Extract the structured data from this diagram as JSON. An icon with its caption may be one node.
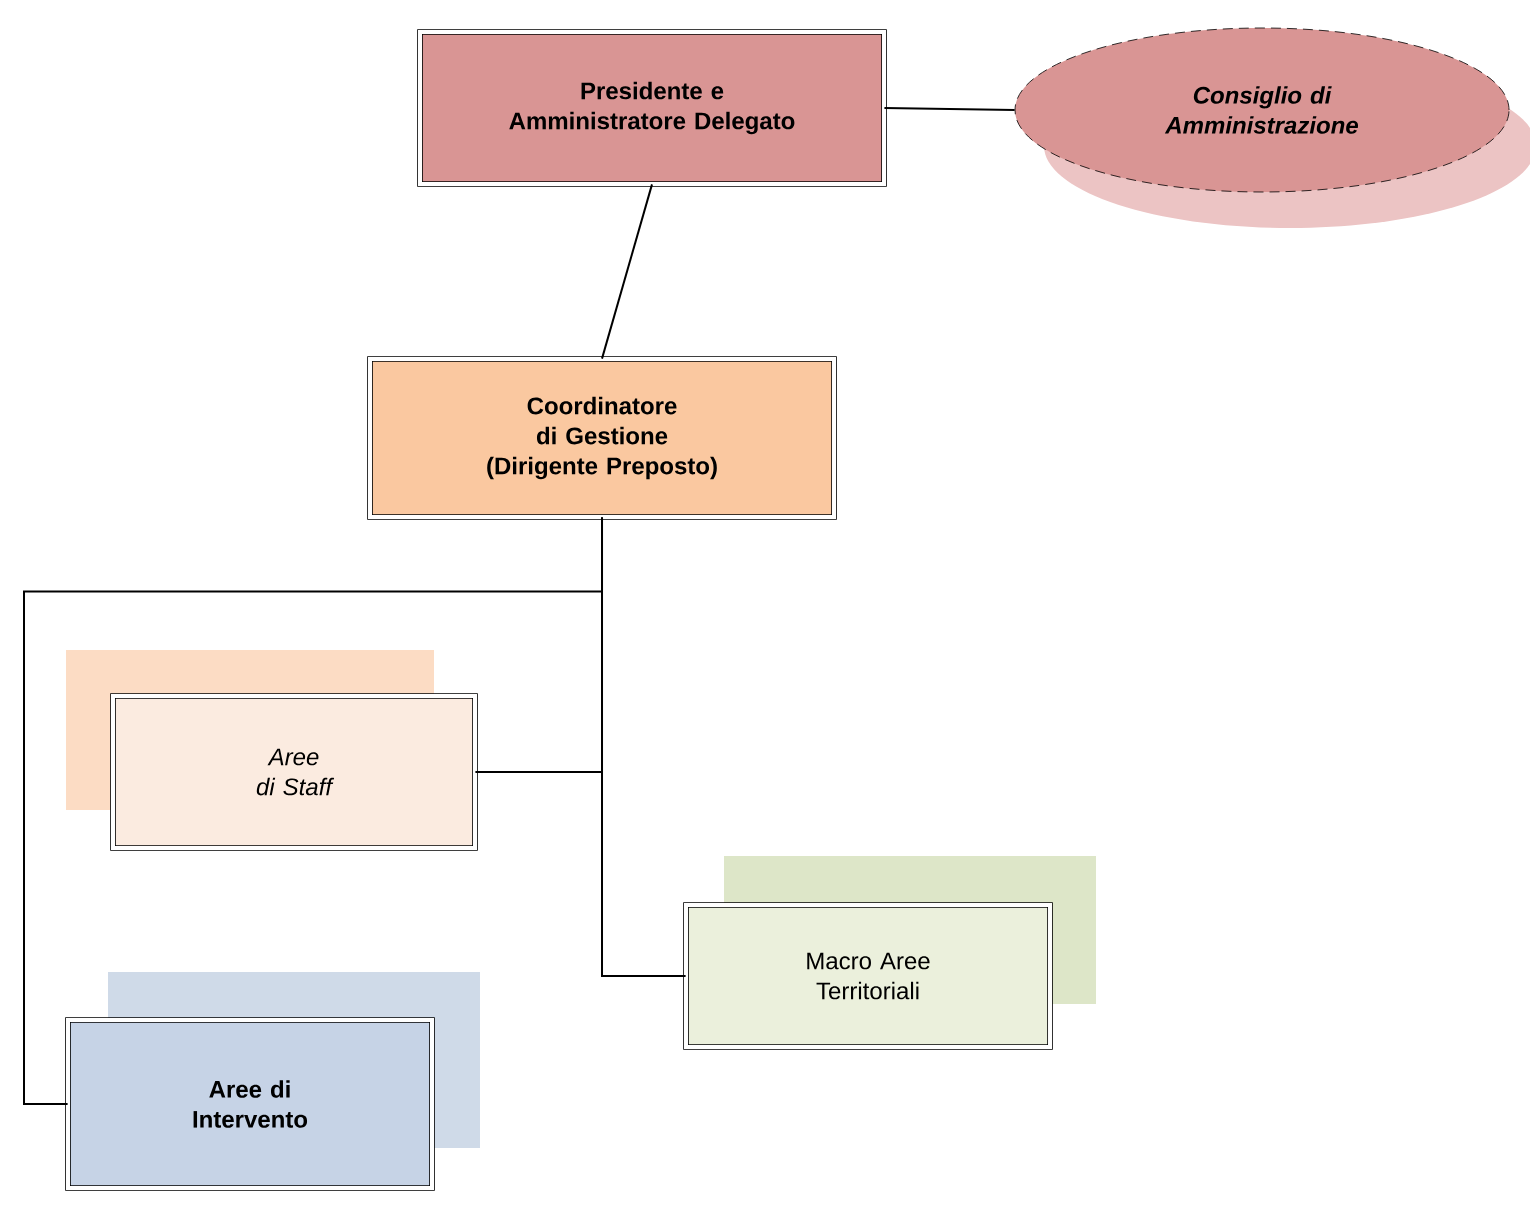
{
  "diagram": {
    "nodes": [
      {
        "text": [
          "Presidente e Amministratore Delegato"
        ]
      },
      {
        "text": [
          "Consiglio di Amministrazione"
        ]
      },
      {
        "text": [
          "Coordinatore di Gestione (Dirigente Preposto)"
        ]
      },
      {
        "text": [
          "Aree di Staff"
        ]
      },
      {
        "text": [
          "Macro Aree Territoriali"
        ]
      },
      {
        "text": [
          "Aree di Intervento"
        ]
      }
    ],
    "edges": [
      {
        "from": 0,
        "to": 1,
        "arrow": "none"
      },
      {
        "from": 0,
        "to": 2,
        "arrow": "none"
      },
      {
        "from": 2,
        "to": 3,
        "arrow": "none"
      },
      {
        "from": 2,
        "to": 4,
        "arrow": "none"
      },
      {
        "from": 2,
        "to": 5,
        "arrow": "none"
      }
    ]
  }
}
